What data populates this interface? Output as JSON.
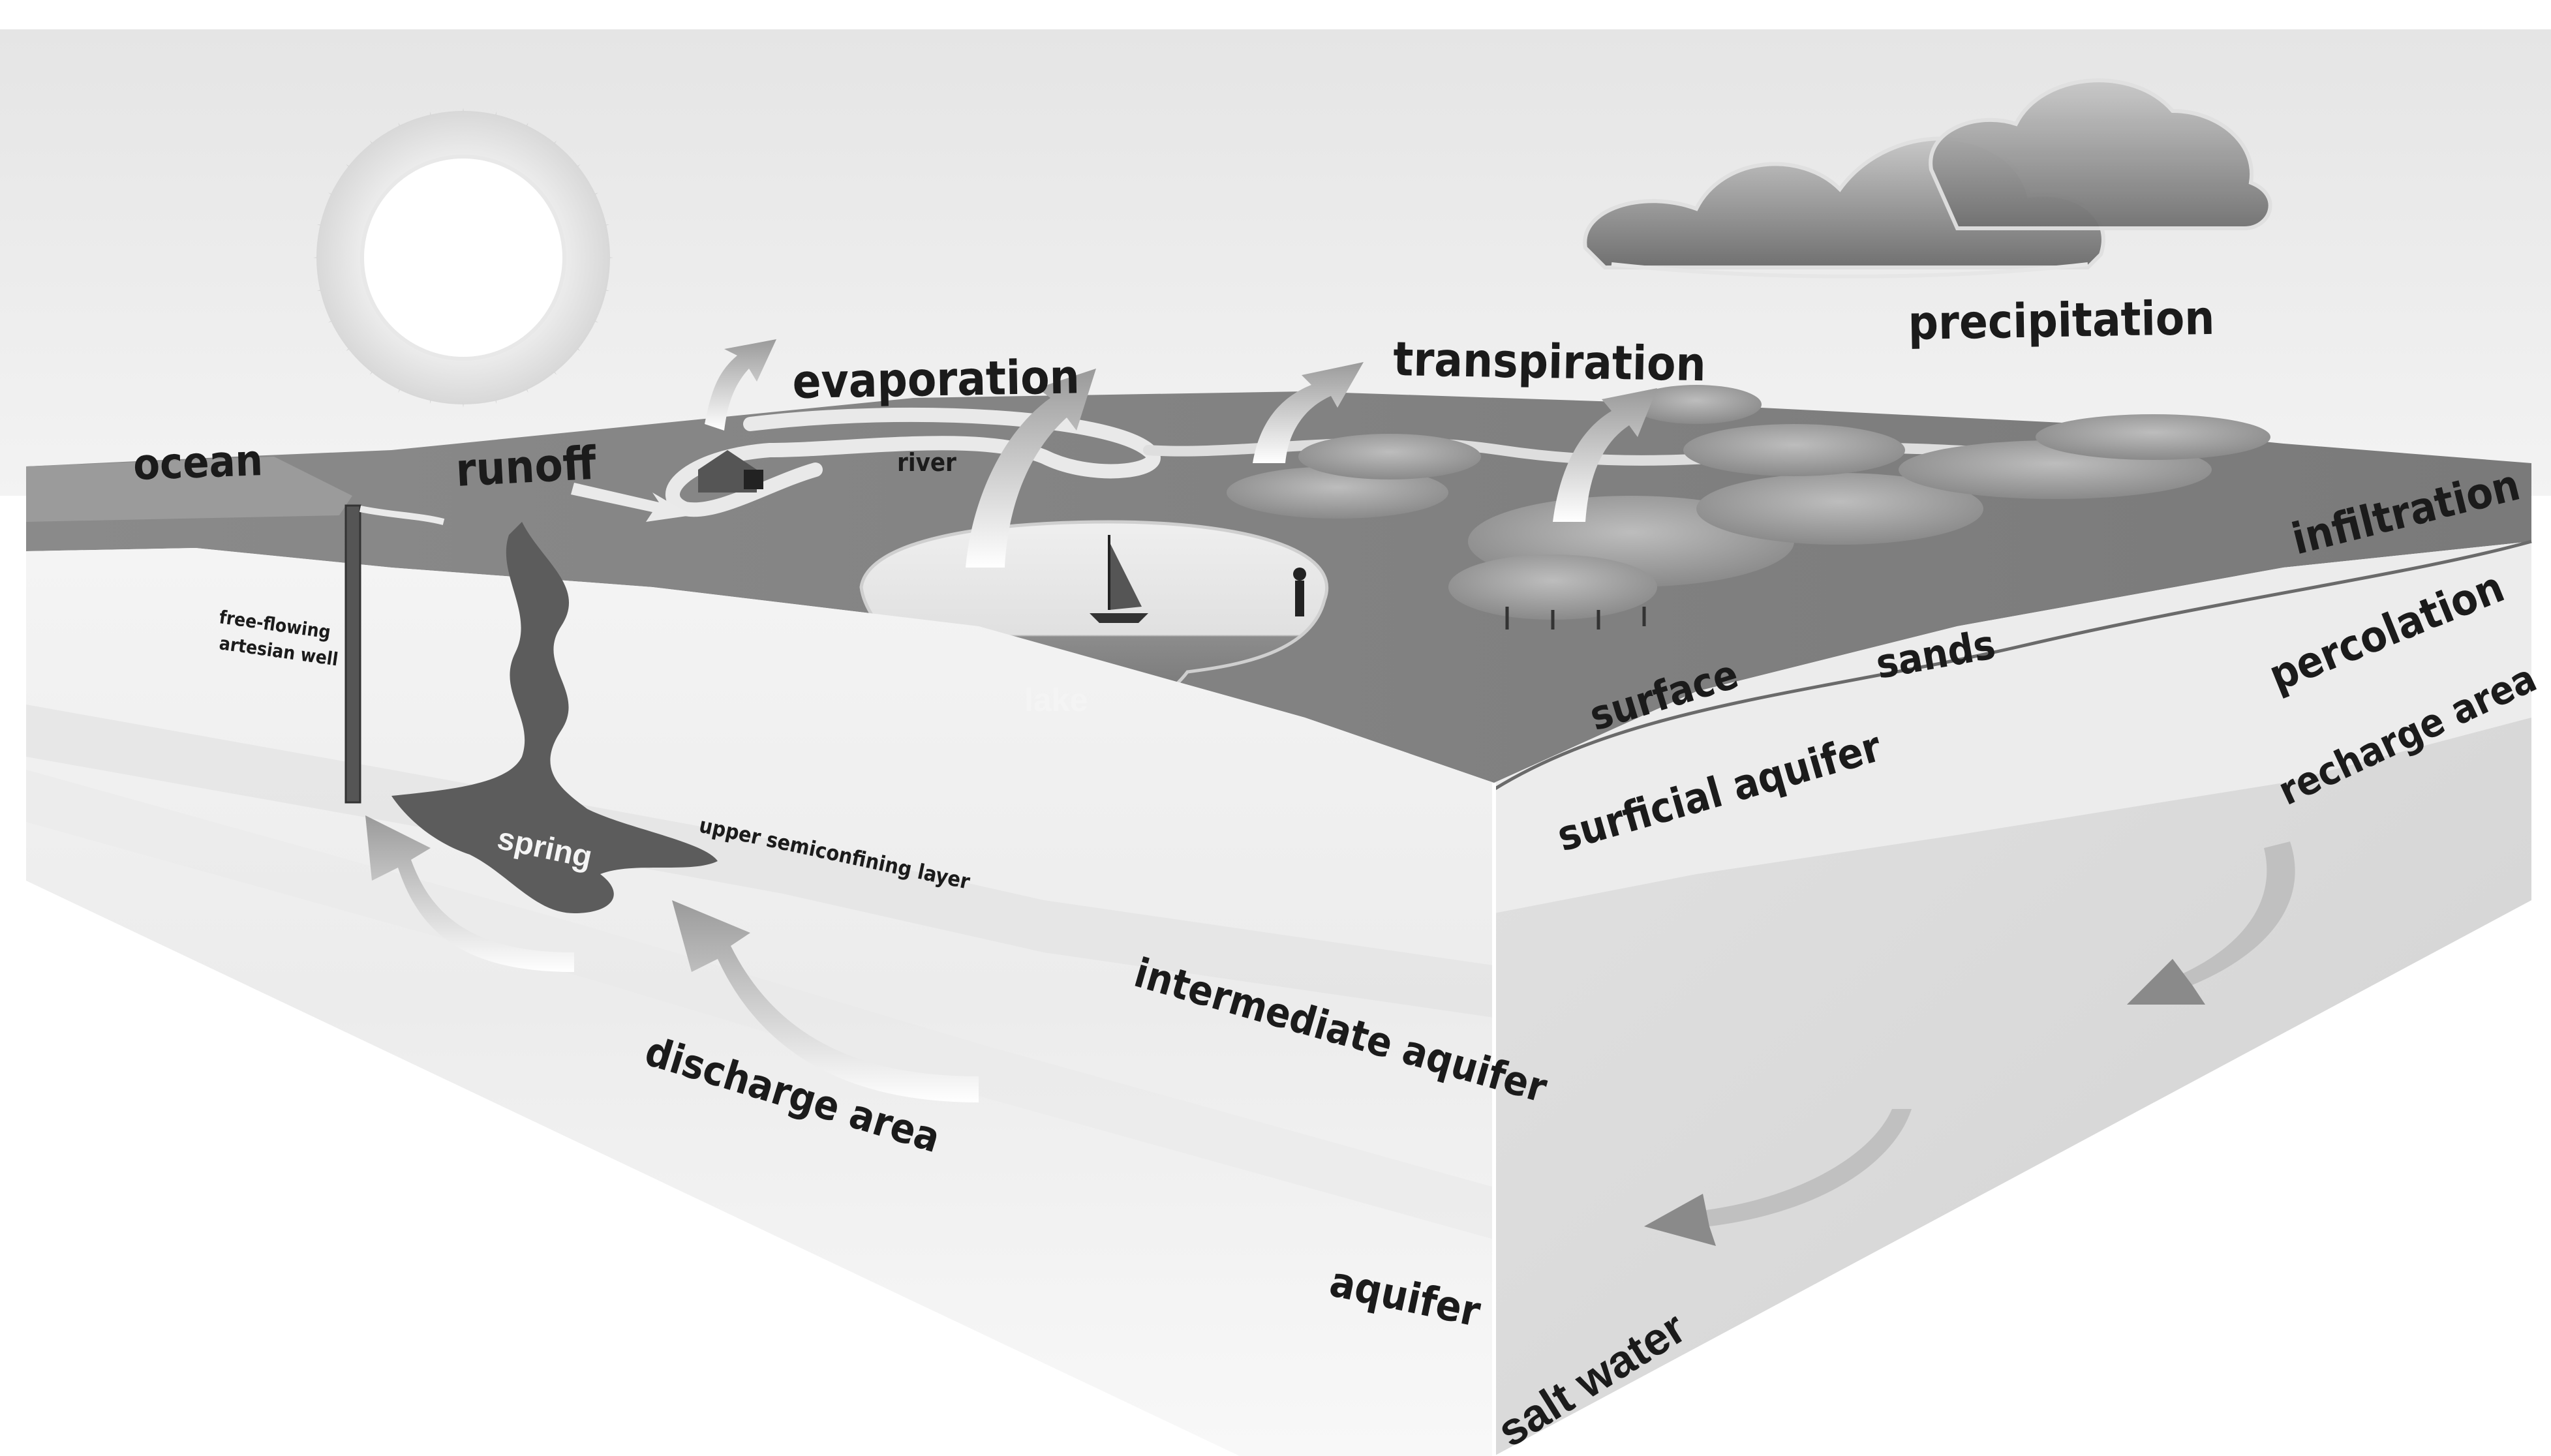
{
  "diagram": {
    "labels": {
      "ocean": "ocean",
      "runoff": "runoff",
      "evaporation": "evaporation",
      "transpiration": "transpiration",
      "precipitation": "precipitation",
      "river": "river",
      "lake": "lake",
      "spring": "spring",
      "well_line1": "free-flowing",
      "well_line2": "artesian well",
      "upper_semiconfining_layer": "upper semiconfining layer",
      "infiltration": "infiltration",
      "surface": "surface",
      "sands": "sands",
      "percolation": "percolation",
      "surficial_aquifer": "surficial aquifer",
      "recharge_area": "recharge area",
      "intermediate_aquifer": "intermediate aquifer",
      "discharge_area": "discharge area",
      "aquifer": "aquifer",
      "salt_water": "salt water"
    }
  }
}
